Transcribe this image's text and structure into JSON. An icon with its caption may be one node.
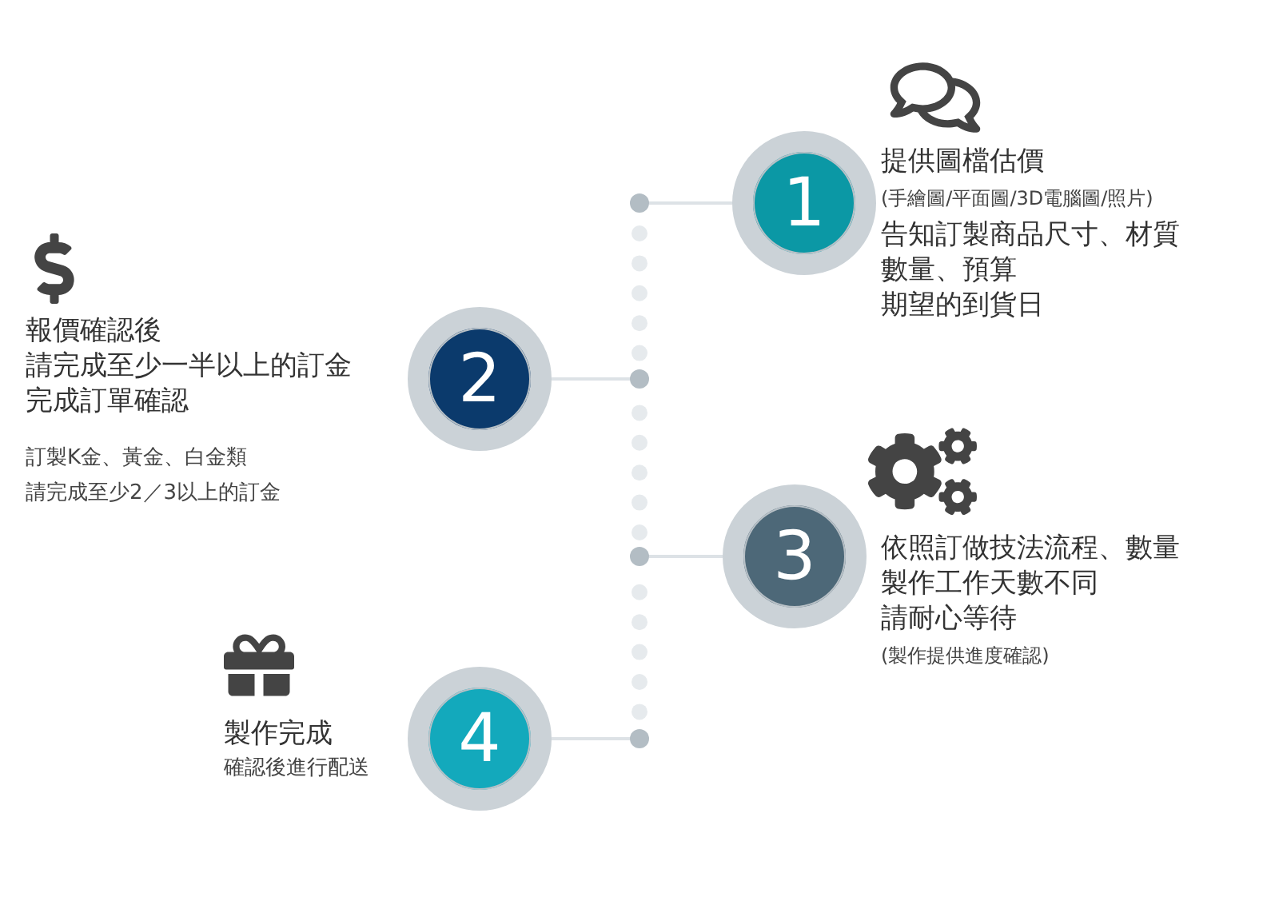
{
  "diagram": {
    "nodes": [
      {
        "text": [
          "1"
        ],
        "beside": [
          "提供圖檔估價",
          "(手繪圖/平面圖/3D電腦圖/照片)",
          "告知訂製商品尺寸、材質",
          "數量、預算",
          "期望的到貨日"
        ]
      },
      {
        "text": [
          "2"
        ],
        "beside": [
          "報價確認後",
          "請完成至少一半以上的訂金",
          "完成訂單確認",
          "訂製K金、黃金、白金類",
          "請完成至少2／3以上的訂金"
        ]
      },
      {
        "text": [
          "3"
        ],
        "beside": [
          "依照訂做技法流程、數量",
          "製作工作天數不同",
          "請耐心等待",
          "(製作提供進度確認)"
        ]
      },
      {
        "text": [
          "4"
        ],
        "beside": [
          "製作完成",
          "確認後進行配送"
        ]
      },
      {
        "text": [],
        "shape": "circle"
      },
      {
        "text": [],
        "shape": "circle"
      },
      {
        "text": [],
        "shape": "circle"
      },
      {
        "text": [],
        "shape": "circle"
      }
    ],
    "edges": [
      {
        "from": 4,
        "to": 0,
        "arrow": "none"
      },
      {
        "from": 5,
        "to": 1,
        "arrow": "none"
      },
      {
        "from": 6,
        "to": 2,
        "arrow": "none"
      },
      {
        "from": 7,
        "to": 3,
        "arrow": "none"
      }
    ]
  }
}
